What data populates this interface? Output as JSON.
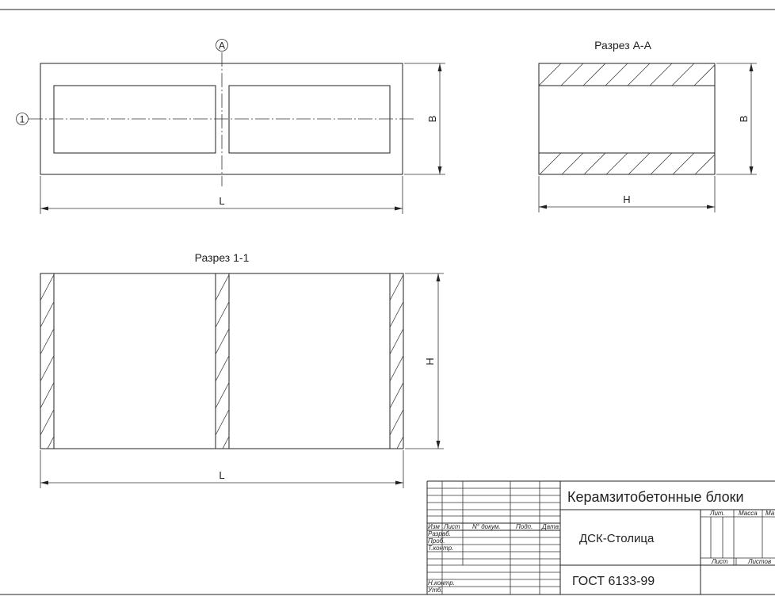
{
  "views": {
    "plan": {
      "axis_letter": "A",
      "axis_number": "1",
      "dim_width": "B",
      "dim_length": "L"
    },
    "section_aa": {
      "title": "Разрез А-А",
      "dim_width": "B",
      "dim_height": "H"
    },
    "section_11": {
      "title": "Разрез 1-1",
      "dim_height": "H",
      "dim_length": "L"
    }
  },
  "title_block": {
    "product_name": "Керамзитобетонные блоки",
    "organization": "ДСК-Столица",
    "standard": "ГОСТ 6133-99",
    "columns": {
      "change": "Изм",
      "sheet": "Лист",
      "doc_no": "N° докум.",
      "signature": "Подп.",
      "date": "Дата"
    },
    "roles": {
      "developed": "Разраб.",
      "checked": "Проб.",
      "tech_control": "Т.контр.",
      "norm_control": "Н.контр.",
      "approved": "Утб."
    },
    "cells": {
      "lit": "Лит.",
      "mass": "Масса",
      "scale_cut": "Ма",
      "sheet": "Лист",
      "sheets": "Листов"
    }
  }
}
